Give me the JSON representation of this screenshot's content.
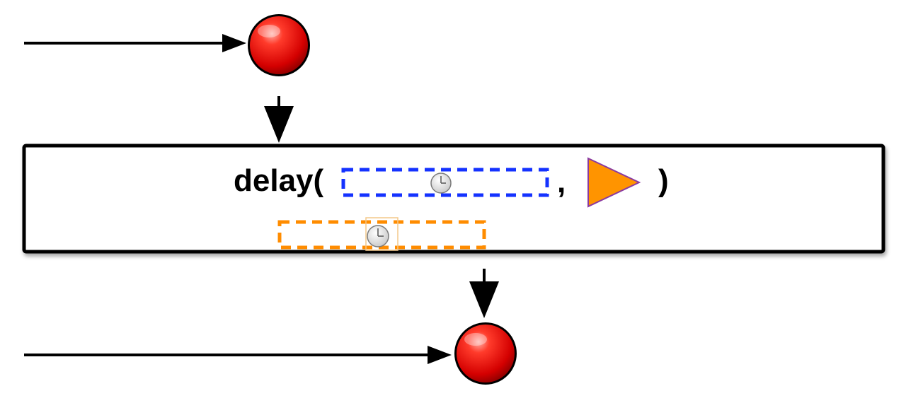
{
  "operator": {
    "name": "delay(",
    "separator": ",",
    "close": ")"
  },
  "icons": {
    "input_emission": "red-marble",
    "output_emission": "red-marble",
    "delay_duration": "clock-icon",
    "scheduler": "play-triangle"
  },
  "colors": {
    "timeline": "#000000",
    "marble": "#e8100c",
    "duration_box": "#1432ff",
    "delay_box": "#ff8c00",
    "scheduler": "#ff9400"
  }
}
